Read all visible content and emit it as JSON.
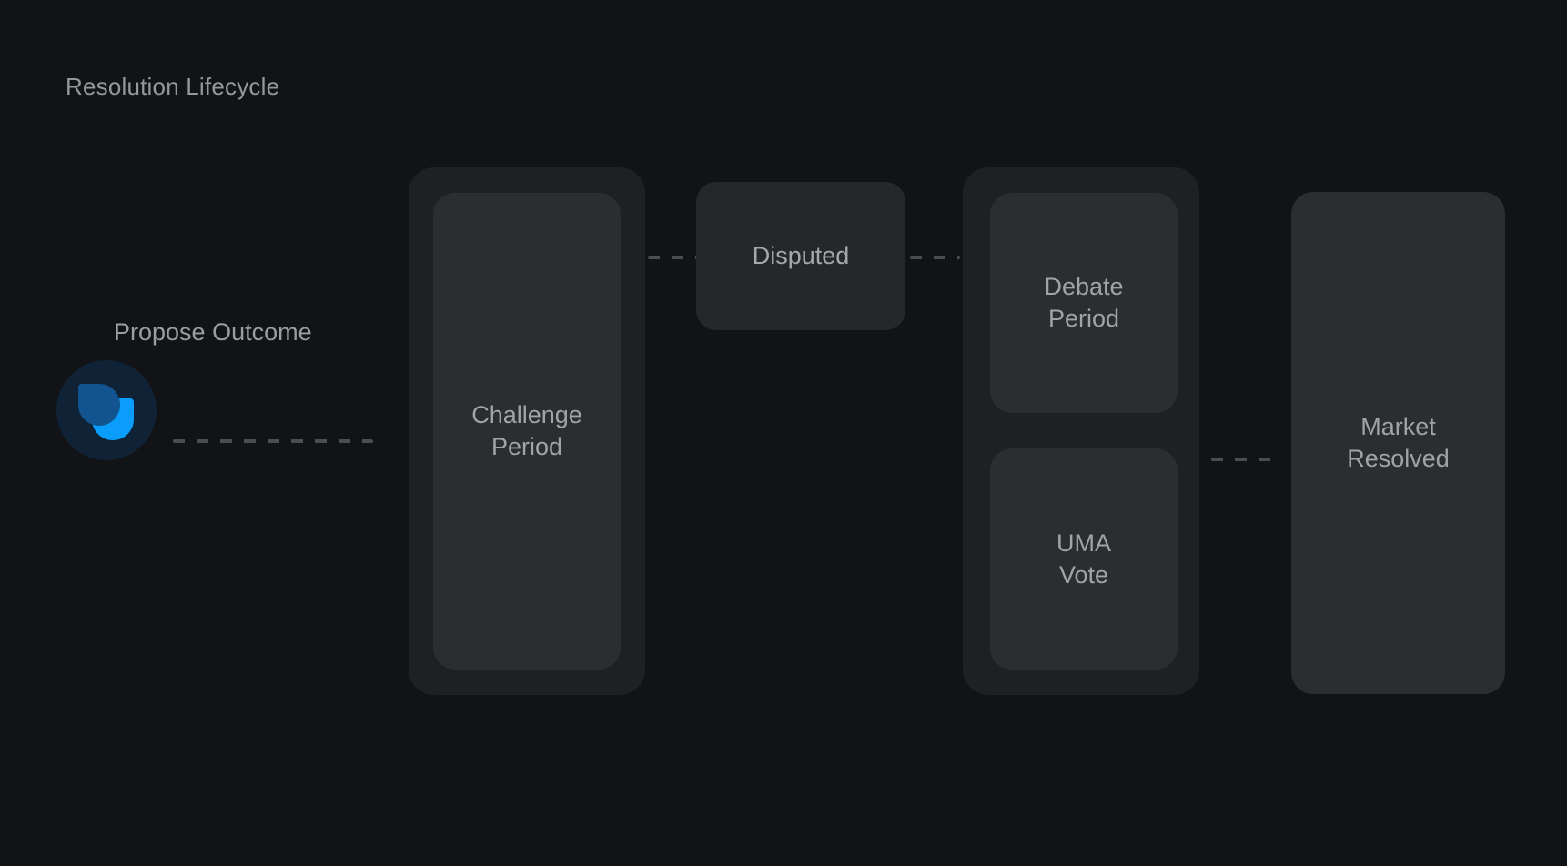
{
  "page": {
    "title": "Resolution Lifecycle",
    "background_color": "#111317",
    "text_color": "#9a9da2"
  },
  "colors": {
    "page_background": "#111317",
    "stage_outer": "#1e2023",
    "stage_card": "#2b2d30",
    "plain_box": "#25272a",
    "connector": "#4a4d52",
    "label_text": "#a0a3a8",
    "title_text": "#94979c",
    "logo_circle": "#102336",
    "logo_blue_light": "#0b9dfc",
    "logo_blue_dark": "#12548f"
  },
  "diagram": {
    "start_node": {
      "label": "Propose Outcome",
      "icon": "polymarket-logo-icon"
    },
    "stages": [
      {
        "id": "challenge-period",
        "label": "Challenge\nPeriod",
        "has_outer_container": true,
        "cards": [
          "Challenge\nPeriod"
        ]
      },
      {
        "id": "disputed",
        "label": "Disputed",
        "has_outer_container": false,
        "cards": [
          "Disputed"
        ]
      },
      {
        "id": "debate-uma",
        "label": "Debate Period / UMA Vote",
        "has_outer_container": true,
        "cards": [
          "Debate\nPeriod",
          "UMA\nVote"
        ]
      },
      {
        "id": "market-resolved",
        "label": "Market\nResolved",
        "has_outer_container": false,
        "cards": [
          "Market\nResolved"
        ]
      }
    ],
    "connectors": [
      {
        "id": "propose-to-challenge",
        "style": "dashed"
      },
      {
        "id": "challenge-to-disputed",
        "style": "dashed"
      },
      {
        "id": "disputed-to-debate",
        "style": "dashed"
      },
      {
        "id": "debate-to-resolved",
        "style": "dashed"
      }
    ]
  }
}
